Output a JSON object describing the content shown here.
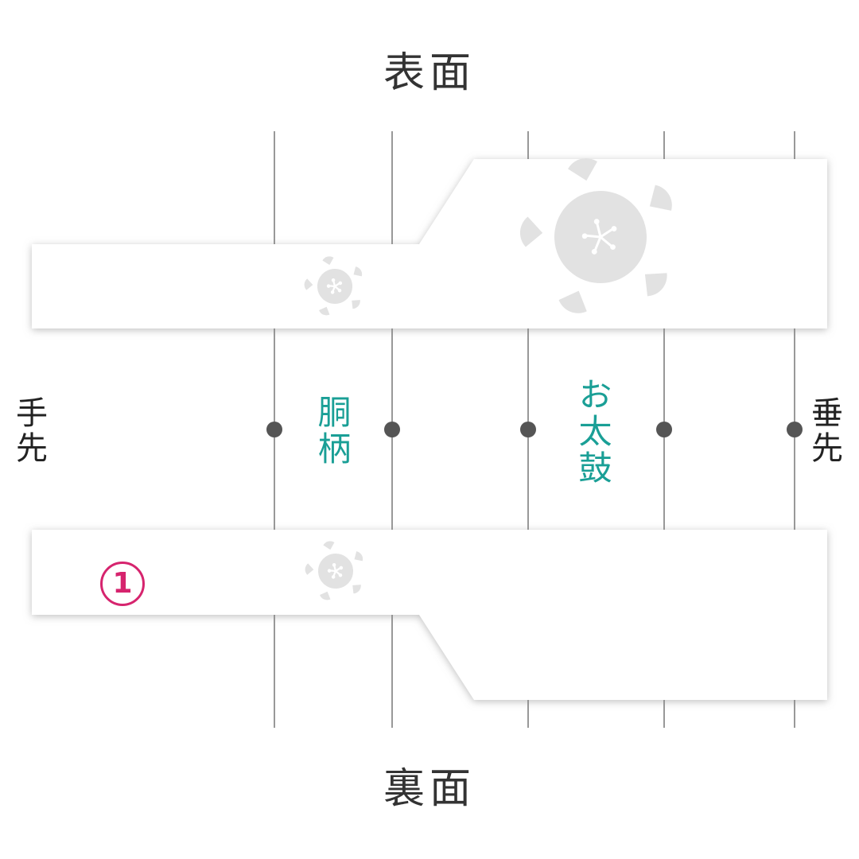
{
  "titles": {
    "front": "表面",
    "back": "裏面"
  },
  "ends": {
    "left": "手先",
    "right": "垂先"
  },
  "sections": {
    "torso_pattern": "胴柄",
    "otaiko": "お太鼓"
  },
  "step": {
    "number": "1"
  },
  "icons": [
    "cherry-blossom-icon"
  ],
  "colors": {
    "section_label": "#1a9f96",
    "step_badge": "#d6246e",
    "guide_line": "#555555",
    "marker_dot": "#555555",
    "blossom": "#e2e2e2",
    "obi_fill": "#ffffff",
    "obi_shadow": "#bdbdbd",
    "title": "#333333"
  }
}
